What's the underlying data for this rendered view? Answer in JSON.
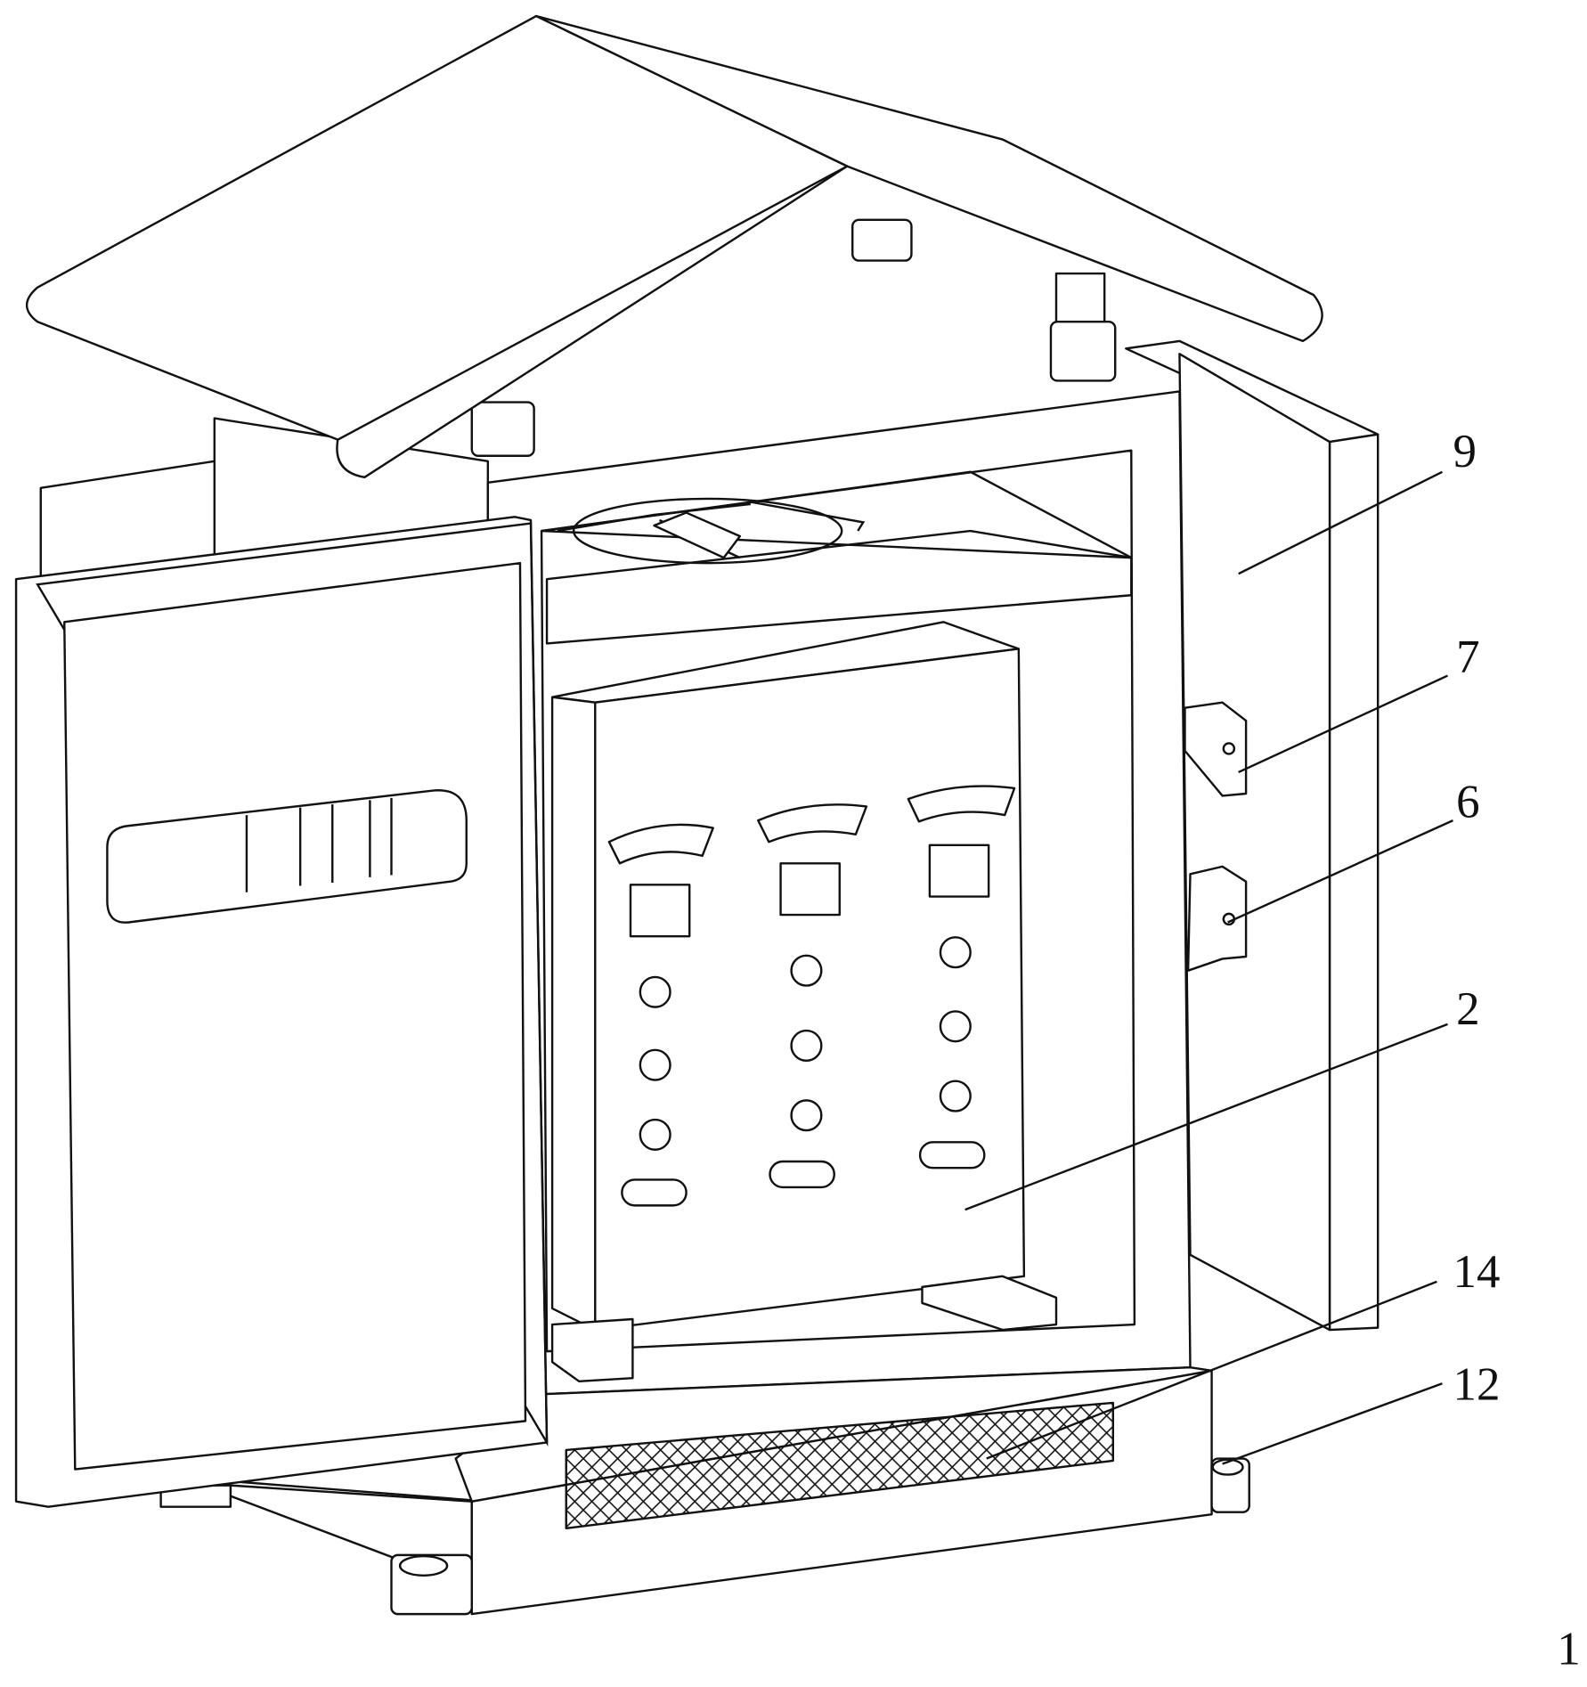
{
  "figure": {
    "labels": {
      "cover_plate": "9",
      "upper_latch": "7",
      "lower_latch": "6",
      "electrical_box": "2",
      "filter_mesh": "14",
      "mounting_foot": "12",
      "figure_ref": "1"
    },
    "colors": {
      "line": "#111111",
      "background": "#ffffff"
    }
  }
}
